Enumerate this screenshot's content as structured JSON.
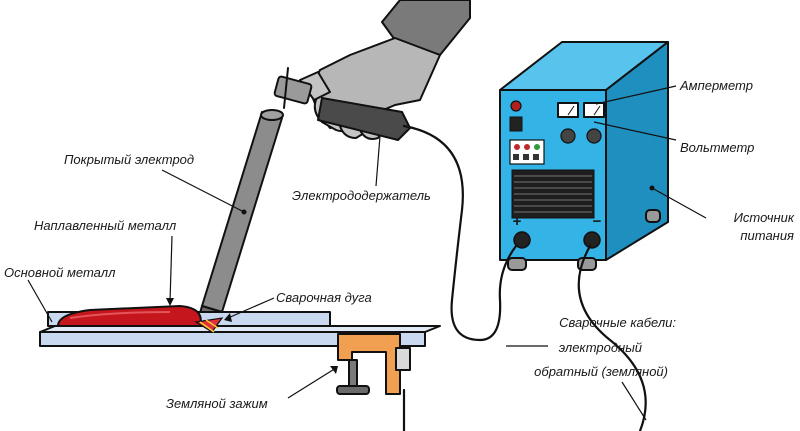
{
  "labels": {
    "coated_electrode": "Покрытый электрод",
    "deposited_metal": "Наплавленный металл",
    "base_metal": "Основной металл",
    "welding_arc": "Сварочная дуга",
    "electrode_holder": "Электрододержатель",
    "ground_clamp": "Земляной зажим",
    "ammeter": "Амперметр",
    "voltmeter": "Вольтметр",
    "power_source_line1": "Источник",
    "power_source_line2": "питания",
    "cables_title": "Сварочные кабели:",
    "cable_electrode": "электродный",
    "cable_return": "обратный (земляной)",
    "plus_sign": "+",
    "minus_sign": "−"
  },
  "colors": {
    "power_source": "#33b3e6",
    "power_source_side": "#1f8fc0",
    "electrode": "#8c8c8c",
    "glove": "#b7b7b7",
    "holder": "#4a4a4a",
    "plate": "#c9d9ef",
    "deposited_metal": "#c4161c",
    "clamp": "#f0a050"
  }
}
